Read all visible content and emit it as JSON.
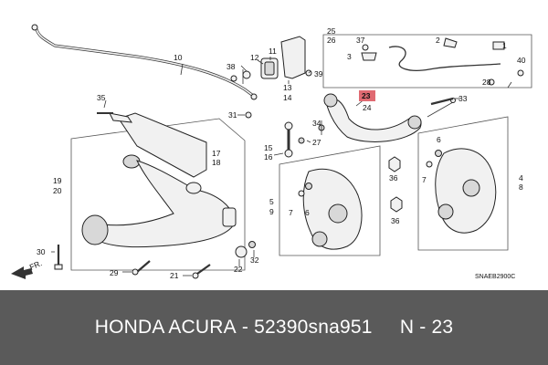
{
  "diagram": {
    "code": "SNAEB2900C",
    "direction": "FR.",
    "highlight_color": "#e06a72",
    "labels": {
      "l10": "10",
      "l11": "11",
      "l12": "12",
      "l13": "13",
      "l14": "14",
      "l15": "15",
      "l16": "16",
      "l17": "17",
      "l18": "18",
      "l19": "19",
      "l20": "20",
      "l21": "21",
      "l22": "22",
      "l23": "23",
      "l24": "24",
      "l25": "25",
      "l26": "26",
      "l27": "27",
      "l28": "28",
      "l29": "29",
      "l30": "30",
      "l31": "31",
      "l32": "32",
      "l33": "33",
      "l34": "34",
      "l35": "35",
      "l36a": "36",
      "l36b": "36",
      "l37": "37",
      "l38": "38",
      "l39": "39",
      "l40": "40",
      "l1": "1",
      "l2": "2",
      "l3": "3",
      "l4": "4",
      "l5": "5",
      "l6a": "6",
      "l6b": "6",
      "l7a": "7",
      "l7b": "7",
      "l8": "8",
      "l9": "9"
    }
  },
  "footer": {
    "brand": "HONDA ACURA",
    "separator": " - ",
    "part_number": "52390sna951",
    "gap": "     ",
    "ref": "N - 23"
  }
}
